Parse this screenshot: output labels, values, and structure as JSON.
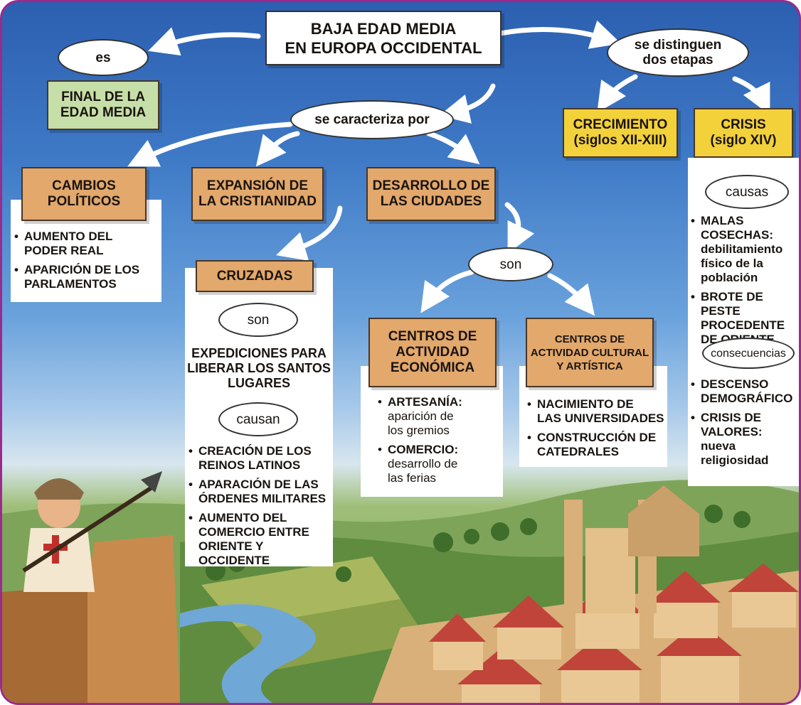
{
  "colors": {
    "frame": "#9b2a8f",
    "box_orange": "#e2a86c",
    "box_green": "#c6dfa8",
    "box_yellow": "#f2d13b",
    "arrow": "#ffffff"
  },
  "title": "BAJA EDAD MEDIA\nEN EUROPA OCCIDENTAL",
  "left": {
    "connector": "es",
    "box": "FINAL DE LA\nEDAD MEDIA"
  },
  "right": {
    "connector": "se distinguen\ndos etapas",
    "growth": "CRECIMIENTO\n(siglos XII-XIII)",
    "crisis": "CRISIS\n(siglo XIV)",
    "causes_label": "causas",
    "causes": [
      "MALAS COSECHAS: debilitamiento\nfísico de la\npoblación",
      "BROTE DE PESTE\nPROCEDENTE\nDE ORIENTE"
    ],
    "consequences_label": "consecuencias",
    "consequences": [
      "DESCENSO\nDEMOGRÁFICO",
      "CRISIS DE\nVALORES: nueva\nreligiosidad"
    ]
  },
  "middle": {
    "connector": "se caracteriza por",
    "politics": {
      "box": "CAMBIOS\nPOLÍTICOS",
      "items": [
        "AUMENTO DEL\nPODER REAL",
        "APARICIÓN DE LOS\nPARLAMENTOS"
      ]
    },
    "christianity": {
      "box": "EXPANSIÓN DE\nLA CRISTIANIDAD"
    },
    "crusades": {
      "box": "CRUZADAS",
      "son_label": "son",
      "definition": "EXPEDICIONES PARA\nLIBERAR LOS SANTOS\nLUGARES",
      "causan_label": "causan",
      "items": [
        "CREACIÓN DE LOS\nREINOS LATINOS",
        "APARACIÓN DE LAS\nÓRDENES MILITARES",
        "AUMENTO DEL\nCOMERCIO ENTRE\nORIENTE Y OCCIDENTE"
      ]
    },
    "cities": {
      "box": "DESARROLLO DE\nLAS CIUDADES",
      "son_label": "son",
      "economic": {
        "box": "CENTROS DE\nACTIVIDAD\nECONÓMICA",
        "items": [
          {
            "head": "ARTESANÍA:",
            "text": "\naparición de\nlos gremios"
          },
          {
            "head": "COMERCIO:",
            "text": "\ndesarrollo de\nlas ferias"
          }
        ]
      },
      "cultural": {
        "box": "CENTROS DE\nACTIVIDAD CULTURAL\nY ARTÍSTICA",
        "items": [
          "NACIMIENTO DE\nLAS UNIVERSIDADES",
          "CONSTRUCCIÓN DE\nCATEDRALES"
        ]
      }
    }
  }
}
